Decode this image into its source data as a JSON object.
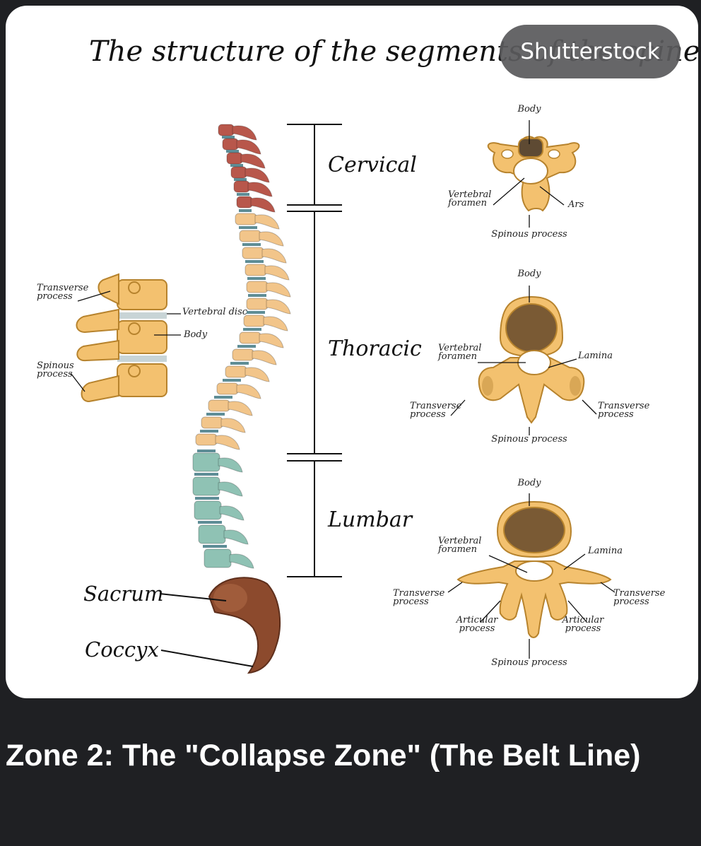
{
  "figure": {
    "title": "The structure of the segments of the spine",
    "watermark": "Shutterstock",
    "segments": [
      "Cervical",
      "Thoracic",
      "Lumbar"
    ],
    "spine_labels": {
      "sacrum": "Sacrum",
      "coccyx": "Coccyx"
    },
    "side_view_labels": {
      "transverse_process": "Transverse process",
      "vertebral_disc": "Vertebral disc",
      "body": "Body",
      "spinous_process": "Spinous process"
    },
    "cervical_labels": {
      "body": "Body",
      "vertebral_foramen": "Vertebral foramen",
      "ars": "Ars",
      "spinous_process": "Spinous process"
    },
    "thoracic_labels": {
      "body": "Body",
      "vertebral_foramen": "Vertebral foramen",
      "lamina": "Lamina",
      "transverse_process_left": "Transverse process",
      "transverse_process_right": "Transverse process",
      "spinous_process": "Spinous process"
    },
    "lumbar_labels": {
      "body": "Body",
      "vertebral_foramen": "Vertebral foramen",
      "lamina": "Lamina",
      "transverse_process_left": "Transverse process",
      "transverse_process_right": "Transverse process",
      "articular_process_left": "Articular process",
      "articular_process_right": "Articular process",
      "spinous_process": "Spinous process"
    },
    "colors": {
      "cervical": "#b8574b",
      "thoracic": "#f2c58a",
      "lumbar": "#8fc2b4",
      "sacrum": "#8c4a2d",
      "disc": "#5e8d96",
      "bone": "#f3c16f",
      "bone_outline": "#b7832d",
      "cancellous": "#7a5a34"
    }
  },
  "caption": "Zone 2: The \"Collapse Zone\" (The Belt Line)"
}
